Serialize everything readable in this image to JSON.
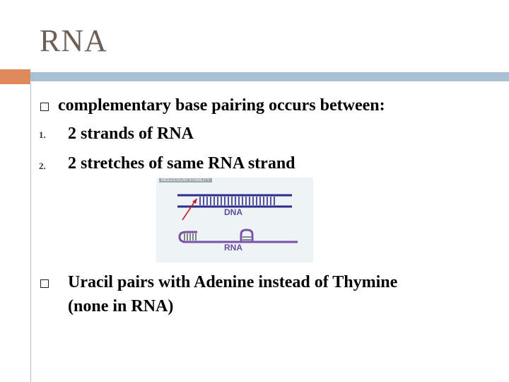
{
  "slide": {
    "title": "RNA",
    "bullets": [
      {
        "text": "complementary base pairing occurs between:"
      },
      {
        "number": "1.",
        "text": "2 strands of RNA"
      },
      {
        "number": "2.",
        "text": "2 stretches of same RNA strand"
      },
      {
        "text": "Uracil pairs with Adenine instead of Thymine"
      },
      {
        "text": "(none in RNA)"
      }
    ],
    "figure": {
      "tag": "MOLECULAR STABILITY",
      "dna_label": "DNA",
      "rna_label": "RNA"
    }
  },
  "colors": {
    "title": "#6d5f55",
    "accent_orange": "#de8a5a",
    "accent_blue": "#a9c1d2",
    "dna_strand": "#2c2d8a",
    "rna_strand": "#7a52a8",
    "arrow": "#c21f2a"
  }
}
